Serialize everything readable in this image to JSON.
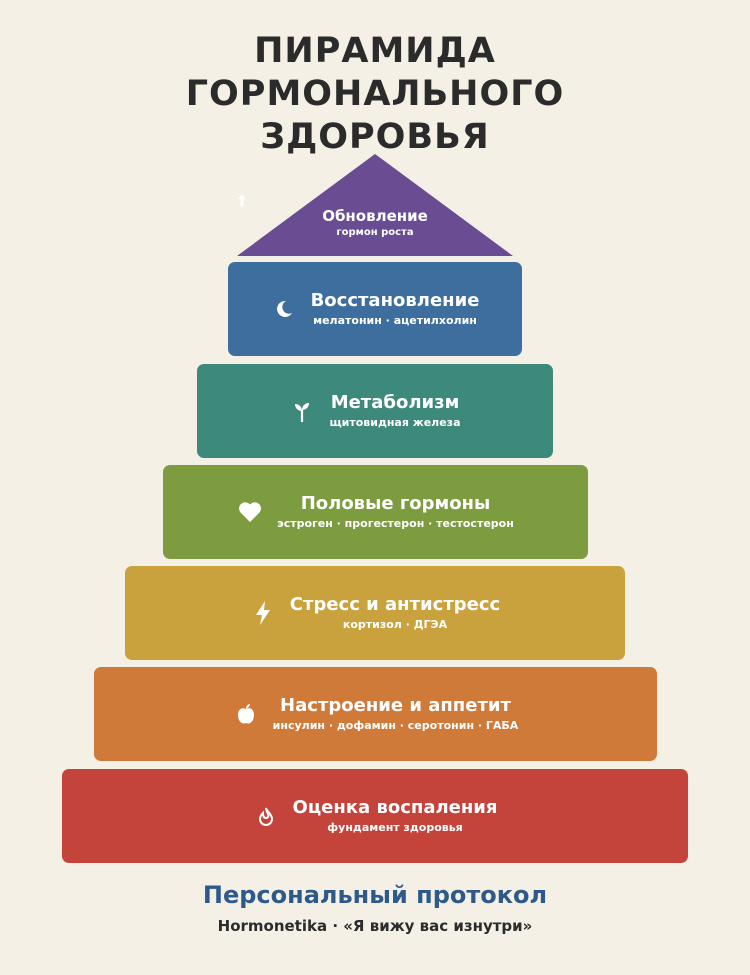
{
  "title_lines": [
    "ПИРАМИДА",
    "ГОРМОНАЛЬНОГО",
    "ЗДОРОВЬЯ"
  ],
  "levels": [
    {
      "name": "Обновление",
      "sub": "гормон роста",
      "color": "#6a4c93",
      "icon": "arrow-up-icon"
    },
    {
      "name": "Восстановление",
      "sub": "мелатонин · ацетилхолин",
      "color": "#3d6e9e",
      "icon": "moon-icon"
    },
    {
      "name": "Метаболизм",
      "sub": "щитовидная железа",
      "color": "#3d8a7c",
      "icon": "sprout-icon"
    },
    {
      "name": "Половые гормоны",
      "sub": "эстроген · прогестерон · тестостерон",
      "color": "#7d9c40",
      "icon": "heart-icon"
    },
    {
      "name": "Стресс и антистресс",
      "sub": "кортизол · ДГЭА",
      "color": "#c9a23e",
      "icon": "lightning-icon"
    },
    {
      "name": "Настроение и аппетит",
      "sub": "инсулин · дофамин · серотонин · ГАБА",
      "color": "#d07a3a",
      "icon": "apple-icon"
    },
    {
      "name": "Оценка воспаления",
      "sub": "фундамент здоровья",
      "color": "#c4443b",
      "icon": "flame-icon"
    }
  ],
  "footer": {
    "title": "Персональный протокол",
    "subtitle": "Hormonetika · «Я вижу вас изнутри»"
  }
}
